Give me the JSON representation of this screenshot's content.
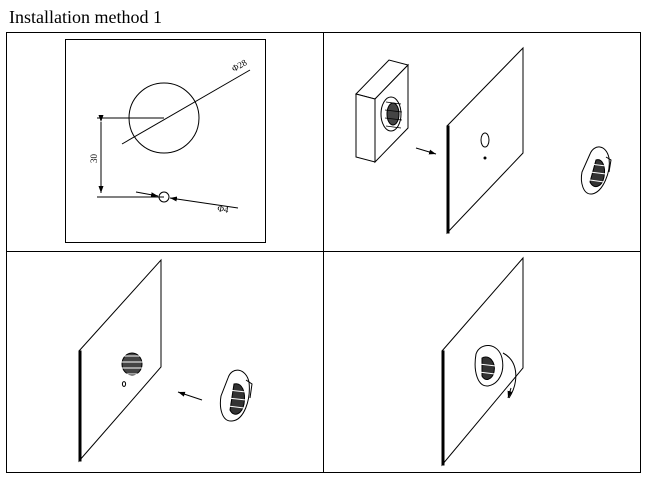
{
  "title": "Installation method 1",
  "dimensions": {
    "large_hole": "Φ28",
    "small_hole": "Φ4",
    "spacing": "30"
  }
}
